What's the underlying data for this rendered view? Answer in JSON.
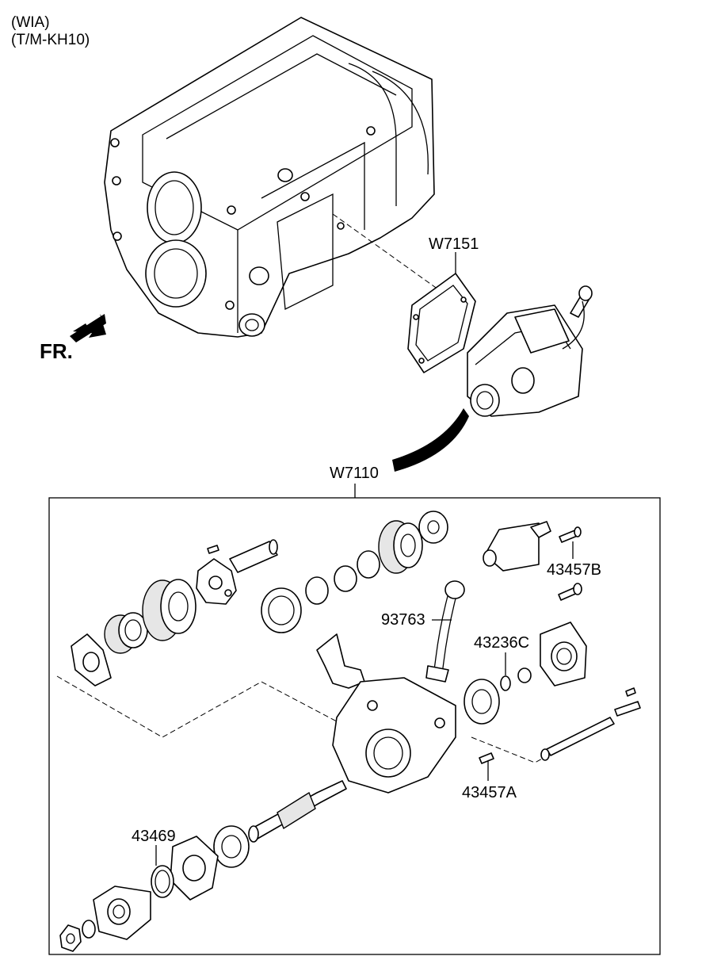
{
  "header": {
    "line1": "(WIA)",
    "line2": "(T/M-KH10)"
  },
  "direction": {
    "label": "FR."
  },
  "callouts": {
    "w7151": "W7151",
    "w7110": "W7110",
    "p43457b": "43457B",
    "p93763": "93763",
    "p43236c": "43236C",
    "p43457a": "43457A",
    "p43469": "43469"
  }
}
